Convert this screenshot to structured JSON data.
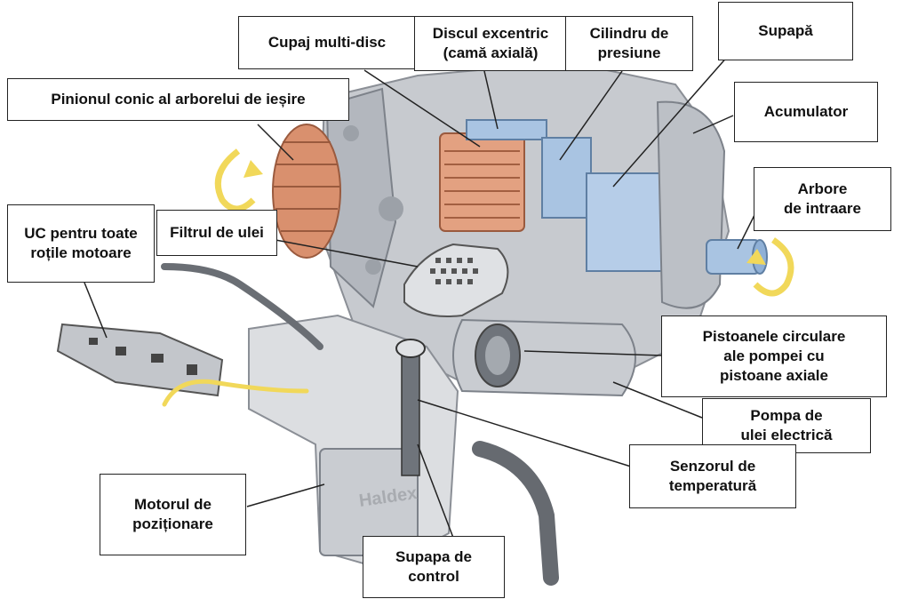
{
  "labels": {
    "cupaj": "Cupaj multi-disc",
    "discul": "Discul excentric\n(camă axială)",
    "cilindru": "Cilindru de\npresiune",
    "supapa": "Supapă",
    "pinionul": "Pinionul conic al arborelui de ieșire",
    "acumulator": "Acumulator",
    "arbore": "Arbore\nde intraare",
    "uc": "UC pentru toate\nroțile motoare",
    "filtrul": "Filtrul de ulei",
    "pistoanele": "Pistoanele circulare\nale pompei cu\npistoane axiale",
    "pompa": "Pompa de\nulei electrică",
    "senzorul": "Senzorul de\ntemperatură",
    "motorul": "Motorul de\npoziționare",
    "supapa_control": "Supapa de\ncontrol"
  },
  "branding": {
    "housing_text": "Haldex"
  },
  "colors": {
    "copper": "#d9906e",
    "blue": "#a9c4e2",
    "grey": "#c9ccd1",
    "yellow": "#f1d85a"
  }
}
